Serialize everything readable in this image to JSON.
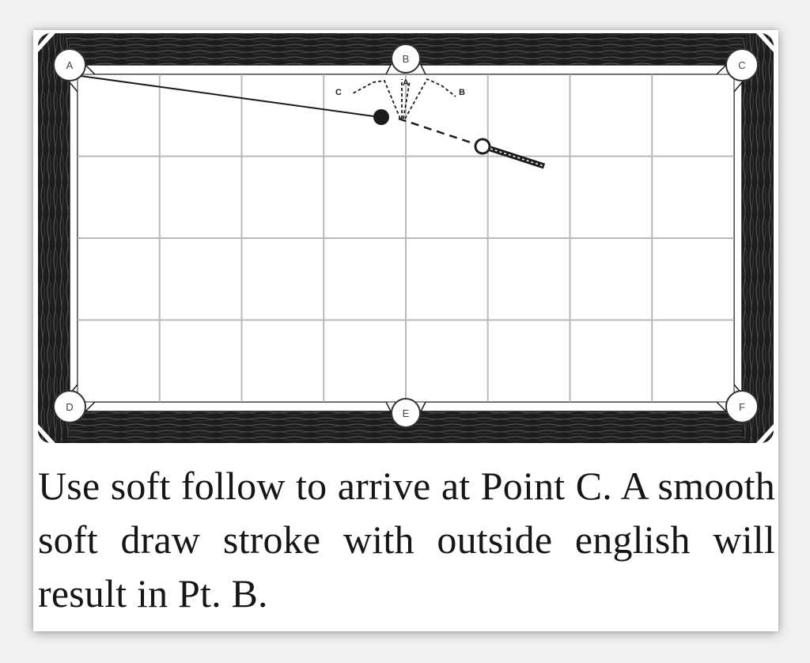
{
  "pockets": {
    "a": "A",
    "b": "B",
    "c": "C",
    "d": "D",
    "e": "E",
    "f": "F"
  },
  "paths": {
    "point_c": "C",
    "point_a": "A",
    "point_b": "B"
  },
  "caption": "Use soft follow to arrive at Point C. A smooth soft draw stroke with outside english will result in Pt. B.",
  "colors": {
    "rail": "#1c1c1c",
    "grid": "#b9b9b9",
    "cloth": "#ffffff",
    "ink": "#161616"
  }
}
